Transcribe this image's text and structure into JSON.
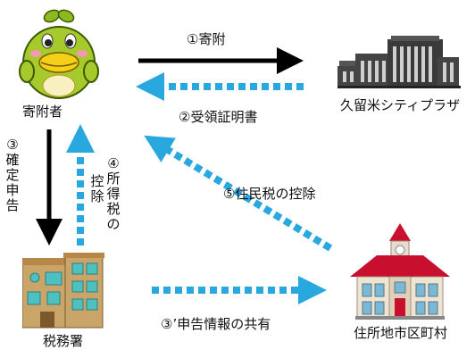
{
  "nodes": {
    "donor": {
      "label": "寄附者"
    },
    "city": {
      "label": "久留米シティプラザ"
    },
    "tax_office": {
      "label": "税務署"
    },
    "municipality": {
      "label": "住所地市区町村"
    }
  },
  "arrows": {
    "donation": {
      "label": "①寄附"
    },
    "receipt": {
      "label": "②受領証明書"
    },
    "filing": {
      "num": "③",
      "chars": [
        "確",
        "定",
        "申",
        "告"
      ]
    },
    "income_tax": {
      "num": "④",
      "chars": [
        "所",
        "得",
        "税",
        "の"
      ],
      "chars2": [
        "控",
        "除"
      ]
    },
    "resident_tax": {
      "label": "⑤住民税の控除"
    },
    "share": {
      "label": "③’申告情報の共有"
    }
  },
  "colors": {
    "solid_arrow": "#000000",
    "dotted_arrow": "#29a8e0",
    "mascot_body": "#a6c92c",
    "roof_red": "#c8102e",
    "building_gray": "#444444"
  }
}
